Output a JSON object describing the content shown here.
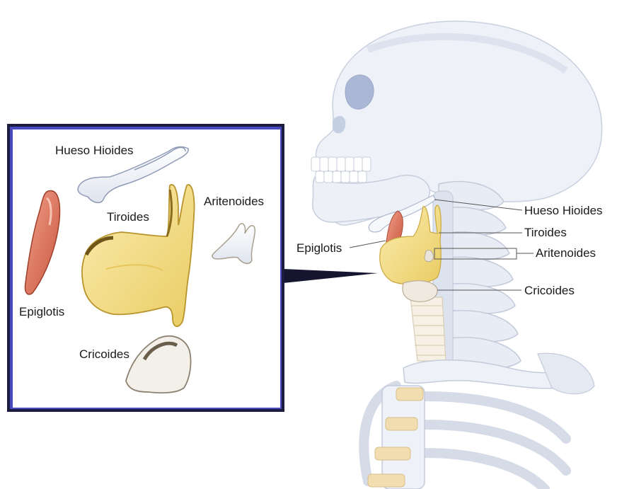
{
  "inset": {
    "labels": {
      "hyoid": "Hueso Hioides",
      "thyroid": "Tiroides",
      "arytenoid": "Aritenoides",
      "epiglottis": "Epiglotis",
      "cricoid": "Cricoides"
    }
  },
  "main": {
    "labels": {
      "hyoid": "Hueso Hioides",
      "thyroid": "Tiroides",
      "arytenoid": "Aritenoides",
      "epiglottis": "Epiglotis",
      "cricoid": "Cricoides"
    }
  },
  "colors": {
    "frame": "#3a3aa8",
    "bone": "#eef1f6",
    "thyroid": "#f4df8a",
    "epiglottis": "#d9725a",
    "cricoid": "#ece7df"
  }
}
